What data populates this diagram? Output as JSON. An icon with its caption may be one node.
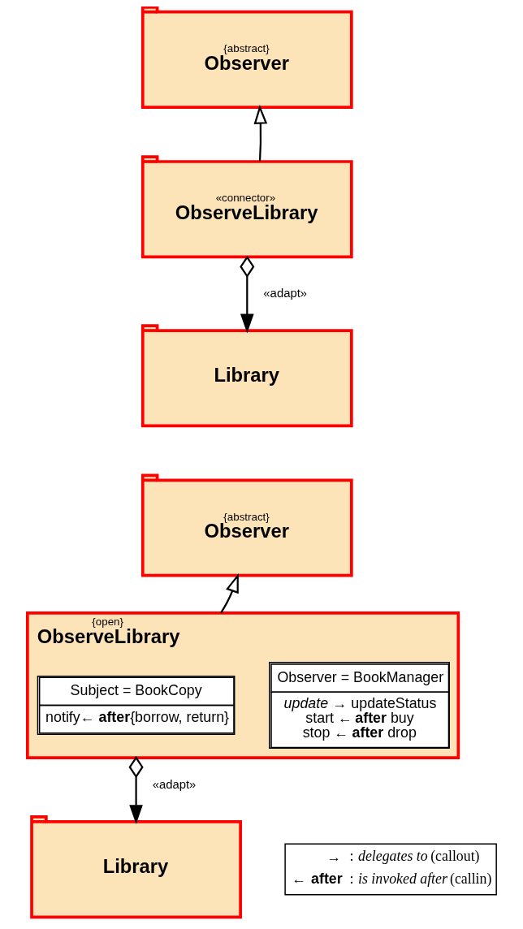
{
  "diagram": {
    "nodes": [
      {
        "text": [
          "{abstract}",
          "Observer"
        ]
      },
      {
        "text": [
          "«connector»",
          "ObserveLibrary"
        ]
      },
      {
        "text": [
          "Library"
        ]
      },
      {
        "text": [
          "{abstract}",
          "Observer"
        ]
      },
      {
        "text": [
          "{open}",
          "ObserveLibrary"
        ]
      },
      {
        "text": [
          "Subject = BookCopy",
          "notify← **after**{borrow, return}"
        ],
        "in": 4
      },
      {
        "text": [
          "Observer = BookManager",
          "*update* → updateStatus",
          "start ← **after** buy",
          "stop ← **after** drop"
        ],
        "in": 4
      },
      {
        "text": [
          "Library"
        ]
      }
    ],
    "edges": [
      {
        "from": 1,
        "to": 0,
        "arrow": "to"
      },
      {
        "from": 1,
        "to": 2,
        "arrow": "to",
        "label": "«adapt»"
      },
      {
        "from": 4,
        "to": 3,
        "arrow": "to"
      },
      {
        "from": 4,
        "to": 7,
        "arrow": "to",
        "label": "«adapt»"
      }
    ],
    "labels": [
      "→",
      "← **after**"
    ],
    "legend": [
      {
        "text": ": *delegates to* (callout)"
      },
      {
        "text": ": *is invoked after* (callin)"
      }
    ]
  }
}
